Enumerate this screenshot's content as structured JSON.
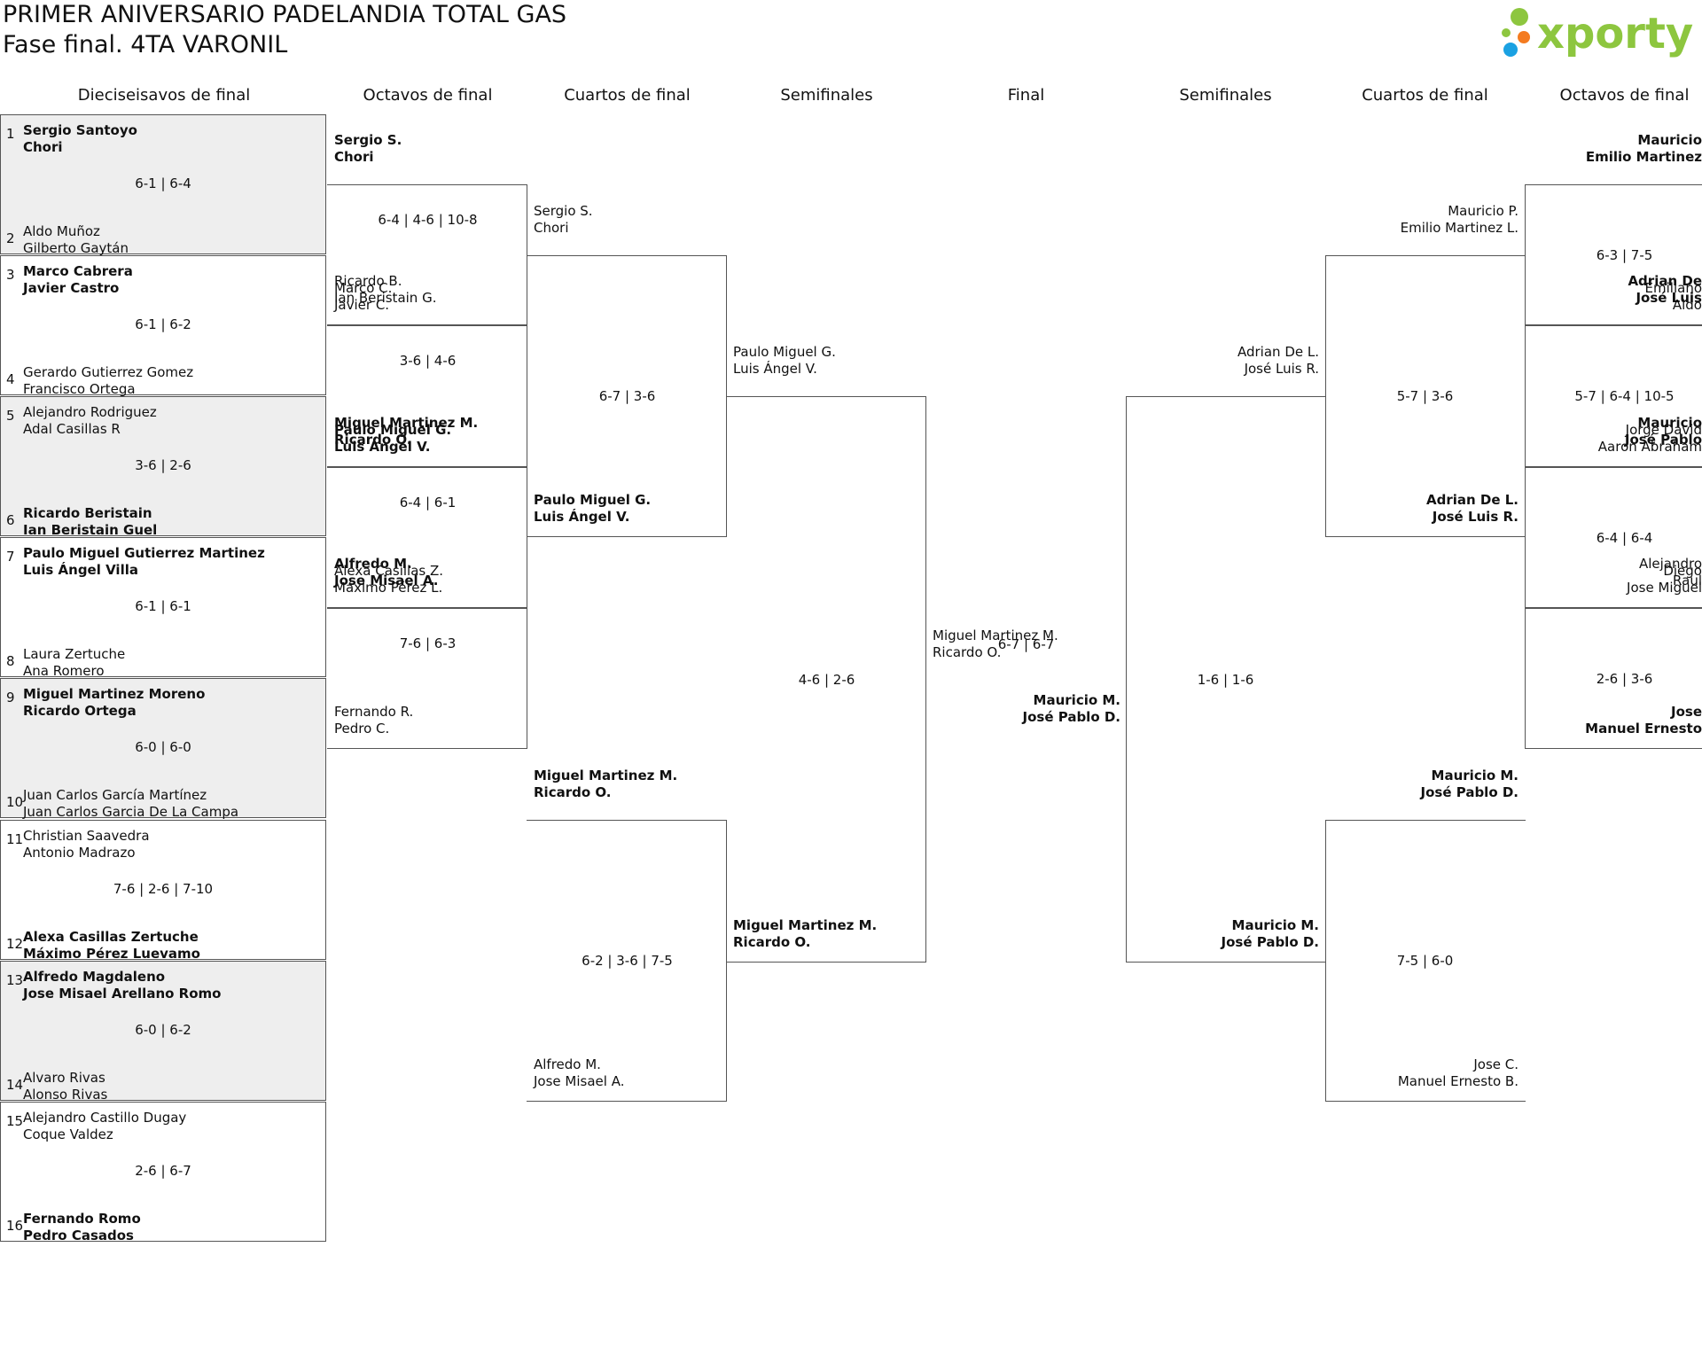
{
  "header": {
    "title": "PRIMER ANIVERSARIO PADELANDIA TOTAL GAS",
    "subtitle": "Fase final. 4TA VARONIL",
    "logo_text": "xporty"
  },
  "rounds": {
    "left": [
      "Dieciseisavos de final",
      "Octavos de final",
      "Cuartos de final",
      "Semifinales"
    ],
    "final": "Final",
    "right": [
      "Semifinales",
      "Cuartos de final",
      "Octavos de final"
    ]
  },
  "round32": [
    {
      "top": {
        "seed": "1",
        "p1": "Sergio Santoyo",
        "p2": "Chori",
        "win": true
      },
      "bottom": {
        "seed": "2",
        "p1": "Aldo Muñoz",
        "p2": "Gilberto Gaytán",
        "win": false
      },
      "score": "6-1 | 6-4"
    },
    {
      "top": {
        "seed": "3",
        "p1": "Marco Cabrera",
        "p2": "Javier Castro",
        "win": true
      },
      "bottom": {
        "seed": "4",
        "p1": "Gerardo Gutierrez Gomez",
        "p2": "Francisco Ortega",
        "win": false
      },
      "score": "6-1 | 6-2"
    },
    {
      "top": {
        "seed": "5",
        "p1": "Alejandro Rodriguez",
        "p2": "Adal Casillas R",
        "win": false
      },
      "bottom": {
        "seed": "6",
        "p1": "Ricardo Beristain",
        "p2": "Ian Beristain Guel",
        "win": true
      },
      "score": "3-6 | 2-6"
    },
    {
      "top": {
        "seed": "7",
        "p1": "Paulo Miguel Gutierrez Martinez",
        "p2": "Luis Ángel Villa",
        "win": true
      },
      "bottom": {
        "seed": "8",
        "p1": "Laura Zertuche",
        "p2": "Ana Romero",
        "win": false
      },
      "score": "6-1 | 6-1"
    },
    {
      "top": {
        "seed": "9",
        "p1": "Miguel Martinez Moreno",
        "p2": "Ricardo Ortega",
        "win": true
      },
      "bottom": {
        "seed": "10",
        "p1": "Juan Carlos García Martínez",
        "p2": "Juan Carlos Garcia De La Campa",
        "win": false
      },
      "score": "6-0 | 6-0"
    },
    {
      "top": {
        "seed": "11",
        "p1": "Christian Saavedra",
        "p2": "Antonio Madrazo",
        "win": false
      },
      "bottom": {
        "seed": "12",
        "p1": "Alexa Casillas Zertuche",
        "p2": "Máximo Pérez Luevamo",
        "win": true
      },
      "score": "7-6 | 2-6 | 7-10"
    },
    {
      "top": {
        "seed": "13",
        "p1": "Alfredo Magdaleno",
        "p2": "Jose Misael Arellano Romo",
        "win": true
      },
      "bottom": {
        "seed": "14",
        "p1": "Alvaro Rivas",
        "p2": "Alonso Rivas",
        "win": false
      },
      "score": "6-0 | 6-2"
    },
    {
      "top": {
        "seed": "15",
        "p1": "Alejandro Castillo Dugay",
        "p2": "Coque Valdez",
        "win": false
      },
      "bottom": {
        "seed": "16",
        "p1": "Fernando Romo",
        "p2": "Pedro Casados",
        "win": true
      },
      "score": "2-6 | 6-7"
    }
  ],
  "left_r16": [
    {
      "top": {
        "p1": "Sergio S.",
        "p2": "Chori",
        "win": true
      },
      "bottom": {
        "p1": "Marco C.",
        "p2": "Javier C.",
        "win": false
      },
      "score": "6-4 | 4-6 | 10-8"
    },
    {
      "top": {
        "p1": "Ricardo B.",
        "p2": "Ian Beristain G.",
        "win": false
      },
      "bottom": {
        "p1": "Paulo Miguel G.",
        "p2": "Luis Ángel V.",
        "win": true
      },
      "score": "3-6 | 4-6"
    },
    {
      "top": {
        "p1": "Miguel Martinez M.",
        "p2": "Ricardo O.",
        "win": true
      },
      "bottom": {
        "p1": "Alexa Casillas Z.",
        "p2": "Máximo Pérez L.",
        "win": false
      },
      "score": "6-4 | 6-1"
    },
    {
      "top": {
        "p1": "Alfredo M.",
        "p2": "Jose Misael A.",
        "win": true
      },
      "bottom": {
        "p1": "Fernando R.",
        "p2": "Pedro C.",
        "win": false
      },
      "score": "7-6 | 6-3"
    }
  ],
  "left_qf": [
    {
      "top": {
        "p1": "Sergio S.",
        "p2": "Chori",
        "win": false
      },
      "bottom": {
        "p1": "Paulo Miguel G.",
        "p2": "Luis Ángel V.",
        "win": true
      },
      "score": "6-7 | 3-6"
    },
    {
      "top": {
        "p1": "Miguel Martinez M.",
        "p2": "Ricardo O.",
        "win": true
      },
      "bottom": {
        "p1": "Alfredo M.",
        "p2": "Jose Misael A.",
        "win": false
      },
      "score": "6-2 | 3-6 | 7-5"
    }
  ],
  "left_sf": {
    "top": {
      "p1": "Paulo Miguel G.",
      "p2": "Luis Ángel V.",
      "win": false
    },
    "bottom": {
      "p1": "Miguel Martinez M.",
      "p2": "Ricardo O.",
      "win": true
    },
    "score": "4-6 | 2-6"
  },
  "final": {
    "top": {
      "p1": "Miguel Martinez M.",
      "p2": "Ricardo O.",
      "win": false
    },
    "bottom": {
      "p1": "Mauricio M.",
      "p2": "José Pablo D.",
      "win": true
    },
    "score": "6-7 | 6-7"
  },
  "right_sf": {
    "top": {
      "p1": "Adrian De L.",
      "p2": "José Luis R.",
      "win": false
    },
    "bottom": {
      "p1": "Mauricio M.",
      "p2": "José Pablo D.",
      "win": true
    },
    "score": "1-6 | 1-6"
  },
  "right_qf": [
    {
      "top": {
        "p1": "Mauricio P.",
        "p2": "Emilio Martinez L.",
        "win": false
      },
      "bottom": {
        "p1": "Adrian De L.",
        "p2": "José Luis R.",
        "win": true
      },
      "score": "5-7 | 3-6"
    },
    {
      "top": {
        "p1": "Mauricio M.",
        "p2": "José Pablo D.",
        "win": true
      },
      "bottom": {
        "p1": "Jose C.",
        "p2": "Manuel Ernesto B.",
        "win": false
      },
      "score": "7-5 | 6-0"
    }
  ],
  "right_r16": [
    {
      "top": {
        "p1": "Mauricio",
        "p2": "Emilio Martinez",
        "win": true
      },
      "bottom": {
        "p1": "Emiliano",
        "p2": "Aldo",
        "win": false
      },
      "score": "6-3 | 7-5"
    },
    {
      "top": {
        "p1": "Adrian De",
        "p2": "José Luis",
        "win": true
      },
      "bottom": {
        "p1": "Jorge David",
        "p2": "Aaron Abraham",
        "win": false
      },
      "score": "5-7 | 6-4 | 10-5"
    },
    {
      "top": {
        "p1": "Mauricio",
        "p2": "José Pablo",
        "win": true
      },
      "bottom": {
        "p1": "Diego",
        "p2": "Jose Miguel",
        "win": false
      },
      "score": "6-4 | 6-4"
    },
    {
      "top": {
        "p1": "Alejandro",
        "p2": "Raul",
        "win": false
      },
      "bottom": {
        "p1": "Jose",
        "p2": "Manuel Ernesto",
        "win": true
      },
      "score": "2-6 | 3-6"
    }
  ],
  "colors": {
    "line": "#555555",
    "shade": "#eeeeee",
    "logo_green": "#8dc63f",
    "logo_orange": "#f47b20",
    "logo_blue": "#1ba1e2"
  }
}
